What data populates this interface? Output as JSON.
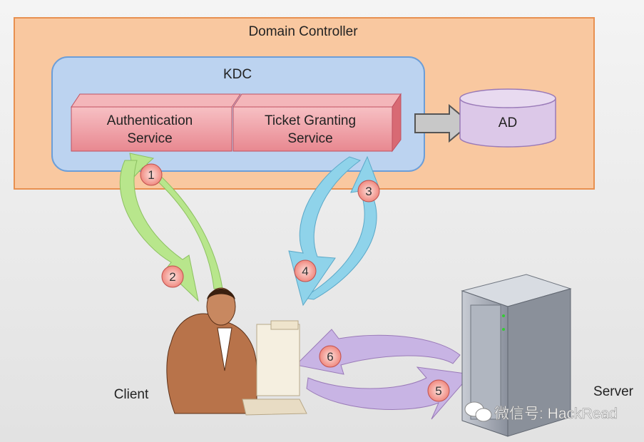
{
  "domain_controller": {
    "label": "Domain Controller",
    "color": "#f9c8a0"
  },
  "kdc": {
    "label": "KDC",
    "color": "#bcd3f0"
  },
  "authentication_service": {
    "line1": "Authentication",
    "line2": "Service",
    "color": "#f0a4aa"
  },
  "ticket_granting_service": {
    "line1": "Ticket Granting",
    "line2": "Service",
    "color": "#f0a4aa"
  },
  "ad": {
    "label": "AD",
    "color": "#dcc8e8"
  },
  "steps": [
    "1",
    "2",
    "3",
    "4",
    "5",
    "6"
  ],
  "client": {
    "label": "Client"
  },
  "server": {
    "label": "Server"
  },
  "watermark": {
    "text": "微信号: HackRead",
    "icon": "wechat-icon"
  },
  "arrow_colors": {
    "as_exchange": "#b8e68c",
    "tgs_exchange": "#8fd3ea",
    "server_exchange": "#c8b4e4"
  }
}
